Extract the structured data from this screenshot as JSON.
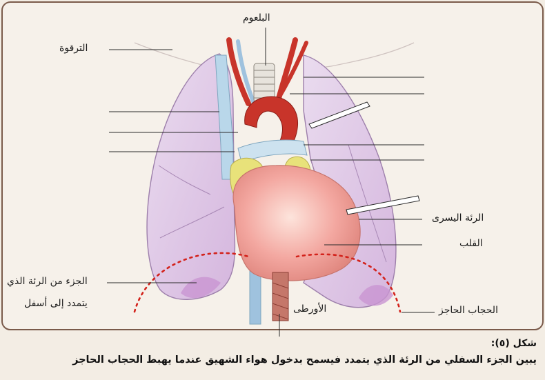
{
  "labels": {
    "pharynx": "البلعوم",
    "clavicle": "الترقوة",
    "left_lung": "الرئة اليسرى",
    "heart": "القلب",
    "lower_lung_line1": "الجزء من الرئة الذي",
    "lower_lung_line2": "يتمدد إلى أسفل",
    "aorta": "الأورطى",
    "diaphragm": "الحجاب الحاجز"
  },
  "caption": {
    "figure": "شكل (٥):",
    "text": "يبين الجزء السفلي من الرئة الذي يتمدد فيسمح بدخول هواء الشهيق عندما يهبط الحجاب الحاجز"
  },
  "colors": {
    "background": "#f3ede4",
    "frame_border": "#7a5a4a",
    "lung": "#dcc3e3",
    "heart": "#f3a7a0",
    "artery": "#c8342a",
    "vein": "#b9d7ea",
    "fat": "#e8e27a",
    "diaphragm_dash": "#d3221b"
  }
}
